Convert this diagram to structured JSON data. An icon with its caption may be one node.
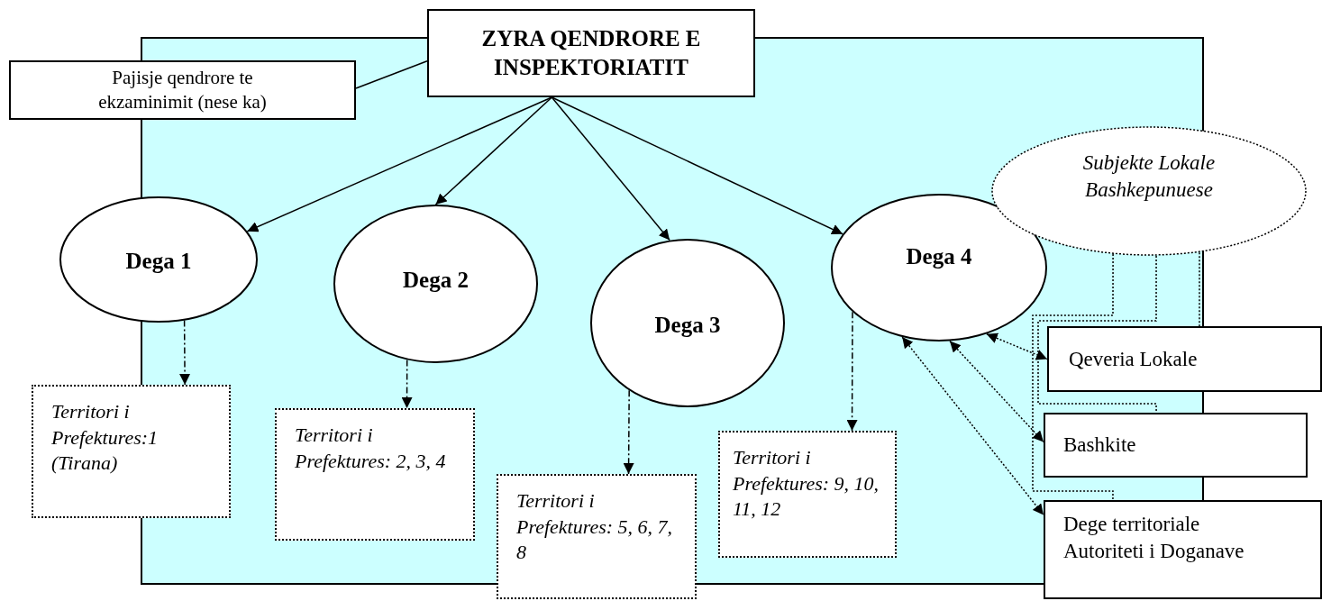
{
  "diagram": {
    "nodes": [
      {
        "text": [
          "ZYRA QENDRORE E INSPEKTORIATIT"
        ]
      },
      {
        "text": [
          "Pajisje qendrore te ekzaminimit (nese ka)"
        ]
      },
      {
        "text": [
          "Dega 1"
        ]
      },
      {
        "text": [
          "Dega 2"
        ]
      },
      {
        "text": [
          "Dega 3"
        ]
      },
      {
        "text": [
          "Dega 4"
        ]
      },
      {
        "text": [
          "Subjekte Lokale Bashkepunuese"
        ]
      },
      {
        "text": [
          "Territori i Prefektures:1 (Tirana)"
        ]
      },
      {
        "text": [
          "Territori i Prefektures: 2, 3, 4"
        ]
      },
      {
        "text": [
          "Territori i Prefektures: 5, 6, 7, 8"
        ]
      },
      {
        "text": [
          "Territori i Prefektures: 9, 10, 11, 12"
        ]
      },
      {
        "text": [
          "Qeveria Lokale"
        ]
      },
      {
        "text": [
          "Bashkite"
        ]
      },
      {
        "text": [
          "Dege territoriale Autoriteti i Doganave"
        ]
      }
    ],
    "edges": [
      {
        "from": 0,
        "to": 2,
        "arrow": "to"
      },
      {
        "from": 0,
        "to": 3,
        "arrow": "to"
      },
      {
        "from": 0,
        "to": 4,
        "arrow": "to"
      },
      {
        "from": 0,
        "to": 5,
        "arrow": "to"
      },
      {
        "from": 1,
        "to": 0,
        "arrow": "none"
      },
      {
        "from": 2,
        "to": 7,
        "arrow": "to",
        "style": "dashed"
      },
      {
        "from": 3,
        "to": 8,
        "arrow": "to",
        "style": "dashed"
      },
      {
        "from": 4,
        "to": 9,
        "arrow": "to",
        "style": "dashed"
      },
      {
        "from": 5,
        "to": 10,
        "arrow": "to",
        "style": "dashed"
      },
      {
        "from": 5,
        "to": 11,
        "arrow": "both",
        "style": "dashed"
      },
      {
        "from": 5,
        "to": 12,
        "arrow": "both",
        "style": "dashed"
      },
      {
        "from": 5,
        "to": 13,
        "arrow": "both",
        "style": "dashed"
      },
      {
        "from": 6,
        "to": 13,
        "arrow": "none",
        "style": "dashed"
      },
      {
        "from": 6,
        "to": 12,
        "arrow": "none",
        "style": "dashed"
      },
      {
        "from": 6,
        "to": 11,
        "arrow": "none",
        "style": "dashed"
      }
    ]
  }
}
